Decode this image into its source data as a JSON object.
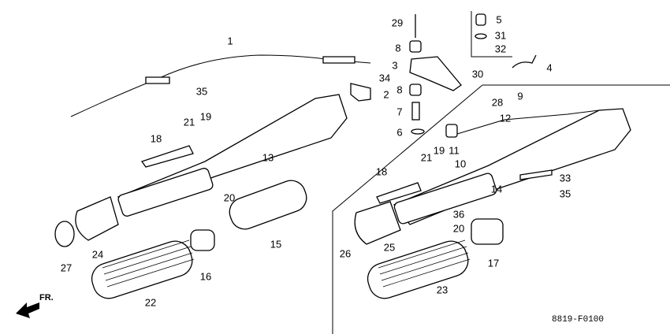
{
  "diagram_code": "8819-F0100",
  "front_indicator": "FR.",
  "callouts": [
    "1",
    "35",
    "34",
    "2",
    "29",
    "8",
    "3",
    "8",
    "7",
    "6",
    "5",
    "31",
    "32",
    "30",
    "4",
    "28",
    "9",
    "12",
    "11",
    "10",
    "19",
    "21",
    "18",
    "14",
    "33",
    "35",
    "36",
    "20",
    "25",
    "26",
    "17",
    "23",
    "18",
    "21",
    "19",
    "13",
    "20",
    "15",
    "16",
    "24",
    "27",
    "22"
  ]
}
